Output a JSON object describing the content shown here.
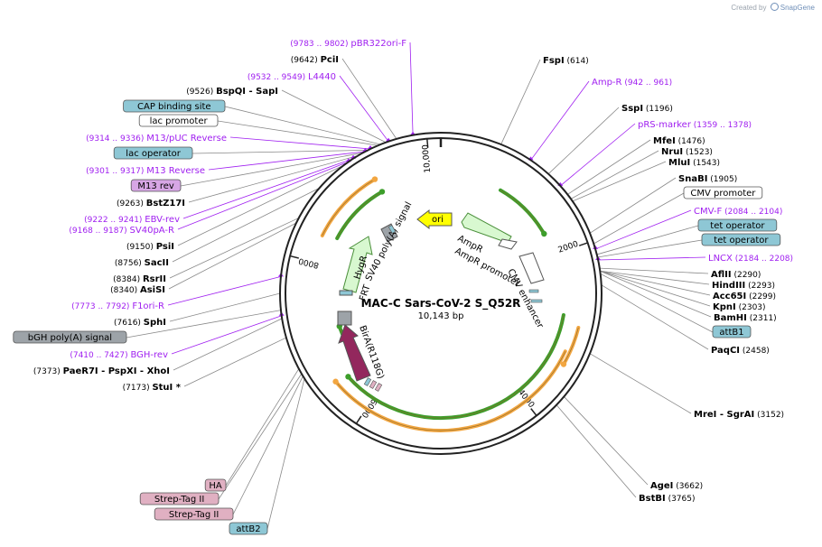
{
  "credit": {
    "prefix": "Created by",
    "brand": "SnapGene"
  },
  "plasmid": {
    "name": "MAC-C Sars-CoV-2 S_Q52R",
    "size_label": "10,143 bp",
    "length": 10143
  },
  "colors": {
    "primer": "#a020f0",
    "enzyme": "#000000",
    "position": "#333333",
    "ring": "#222222",
    "orange": "#f2a641",
    "green": "#3d9e2b",
    "feature_green_fill": "#d8f8d0",
    "feature_green_stroke": "#4a8f3a",
    "ori_fill": "#ffff00",
    "birA_fill": "#93275d",
    "grey_fill": "#9da3a8",
    "blue_fill": "#8ec7d5",
    "lavender_fill": "#d7a6e5",
    "pink_fill": "#e0b0c2",
    "label_white_fill": "#ffffff"
  },
  "ticks": [
    "2000",
    "4000",
    "6000",
    "8000",
    "10,000"
  ],
  "labels": [
    {
      "kind": "primer",
      "range": "(9783 .. 9802)",
      "name": "pBR322ori-F"
    },
    {
      "kind": "enzyme",
      "pos": "(9642)",
      "name": "PciI"
    },
    {
      "kind": "primer",
      "range": "(9532 .. 9549)",
      "name": "L4440"
    },
    {
      "kind": "enzyme",
      "pos": "(9526)",
      "name": "BspQI",
      "name2": "SapI"
    },
    {
      "kind": "box",
      "name": "CAP binding site",
      "color": "blue"
    },
    {
      "kind": "box",
      "name": "lac promoter",
      "color": "white"
    },
    {
      "kind": "primer",
      "range": "(9314 .. 9336)",
      "name": "M13/pUC Reverse"
    },
    {
      "kind": "box",
      "name": "lac operator",
      "color": "blue"
    },
    {
      "kind": "primer",
      "range": "(9301 .. 9317)",
      "name": "M13 Reverse"
    },
    {
      "kind": "box",
      "name": "M13 rev",
      "color": "lavender"
    },
    {
      "kind": "enzyme",
      "pos": "(9263)",
      "name": "BstZ17I"
    },
    {
      "kind": "primer",
      "range": "(9222 .. 9241)",
      "name": "EBV-rev"
    },
    {
      "kind": "primer",
      "range": "(9168 .. 9187)",
      "name": "SV40pA-R"
    },
    {
      "kind": "enzyme",
      "pos": "(9150)",
      "name": "PsiI"
    },
    {
      "kind": "enzyme",
      "pos": "(8756)",
      "name": "SacII"
    },
    {
      "kind": "enzyme",
      "pos": "(8384)",
      "name": "RsrII"
    },
    {
      "kind": "enzyme",
      "pos": "(8340)",
      "name": "AsiSI"
    },
    {
      "kind": "primer",
      "range": "(7773 .. 7792)",
      "name": "F1ori-R"
    },
    {
      "kind": "enzyme",
      "pos": "(7616)",
      "name": "SphI"
    },
    {
      "kind": "box",
      "name": "bGH poly(A) signal",
      "color": "grey"
    },
    {
      "kind": "primer",
      "range": "(7410 .. 7427)",
      "name": "BGH-rev"
    },
    {
      "kind": "enzyme",
      "pos": "(7373)",
      "name": "PaeR7I",
      "name2": "PspXI",
      "name3": "XhoI"
    },
    {
      "kind": "enzyme",
      "pos": "(7173)",
      "name": "StuI",
      "suffix": "*"
    },
    {
      "kind": "box",
      "name": "HA",
      "color": "pink"
    },
    {
      "kind": "box",
      "name": "Strep-Tag II",
      "color": "pink"
    },
    {
      "kind": "box",
      "name": "Strep-Tag II",
      "color": "pink"
    },
    {
      "kind": "box",
      "name": "attB2",
      "color": "blue"
    },
    {
      "kind": "enzyme",
      "name": "FspI",
      "pos": "(614)"
    },
    {
      "kind": "primer",
      "name": "Amp-R",
      "range": "(942 .. 961)"
    },
    {
      "kind": "enzyme",
      "name": "SspI",
      "pos": "(1196)"
    },
    {
      "kind": "primer",
      "name": "pRS-marker",
      "range": "(1359 .. 1378)"
    },
    {
      "kind": "enzyme",
      "name": "MfeI",
      "pos": "(1476)"
    },
    {
      "kind": "enzyme",
      "name": "NruI",
      "pos": "(1523)"
    },
    {
      "kind": "enzyme",
      "name": "MluI",
      "pos": "(1543)"
    },
    {
      "kind": "enzyme",
      "name": "SnaBI",
      "pos": "(1905)"
    },
    {
      "kind": "box",
      "name": "CMV promoter",
      "color": "white"
    },
    {
      "kind": "primer",
      "name": "CMV-F",
      "range": "(2084 .. 2104)"
    },
    {
      "kind": "box",
      "name": "tet operator",
      "color": "blue"
    },
    {
      "kind": "box",
      "name": "tet operator",
      "color": "blue"
    },
    {
      "kind": "primer",
      "name": "LNCX",
      "range": "(2184 .. 2208)"
    },
    {
      "kind": "enzyme",
      "name": "AflII",
      "pos": "(2290)"
    },
    {
      "kind": "enzyme",
      "name": "HindIII",
      "pos": "(2293)"
    },
    {
      "kind": "enzyme",
      "name": "Acc65I",
      "pos": "(2299)"
    },
    {
      "kind": "enzyme",
      "name": "KpnI",
      "pos": "(2303)"
    },
    {
      "kind": "enzyme",
      "name": "BamHI",
      "pos": "(2311)"
    },
    {
      "kind": "box",
      "name": "attB1",
      "color": "blue"
    },
    {
      "kind": "enzyme",
      "name": "PaqCI",
      "pos": "(2458)"
    },
    {
      "kind": "enzyme",
      "name": "MreI",
      "name2": "SgrAI",
      "pos": "(3152)"
    },
    {
      "kind": "enzyme",
      "name": "AgeI",
      "pos": "(3662)"
    },
    {
      "kind": "enzyme",
      "name": "BstBI",
      "pos": "(3765)"
    }
  ],
  "features": [
    {
      "name": "ori",
      "type": "arrow-ccw",
      "color": "yellow"
    },
    {
      "name": "AmpR",
      "type": "arrow-ccw",
      "color": "green"
    },
    {
      "name": "AmpR promoter",
      "type": "box",
      "color": "white"
    },
    {
      "name": "CMV enhancer",
      "type": "box",
      "color": "white"
    },
    {
      "name": "SV40 poly(A) signal",
      "type": "box",
      "color": "grey"
    },
    {
      "name": "HygR",
      "type": "arrow-cw",
      "color": "green"
    },
    {
      "name": "FRT",
      "type": "box",
      "color": "blue"
    },
    {
      "name": "BirA(R118G)",
      "type": "arrow-cw",
      "color": "purple"
    }
  ]
}
